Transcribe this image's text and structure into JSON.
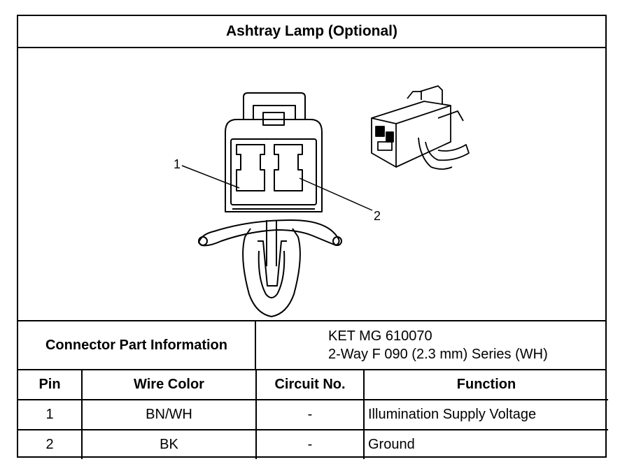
{
  "title": "Ashtray Lamp (Optional)",
  "figure": {
    "callout_1": "1",
    "callout_2": "2"
  },
  "connector_info": {
    "label": "Connector Part Information",
    "part_number": "KET MG 610070",
    "series": "2-Way F 090 (2.3 mm) Series (WH)"
  },
  "pin_table": {
    "headers": [
      "Pin",
      "Wire Color",
      "Circuit No.",
      "Function"
    ],
    "rows": [
      [
        "1",
        "BN/WH",
        "-",
        "Illumination Supply Voltage"
      ],
      [
        "2",
        "BK",
        "-",
        "Ground"
      ]
    ]
  }
}
